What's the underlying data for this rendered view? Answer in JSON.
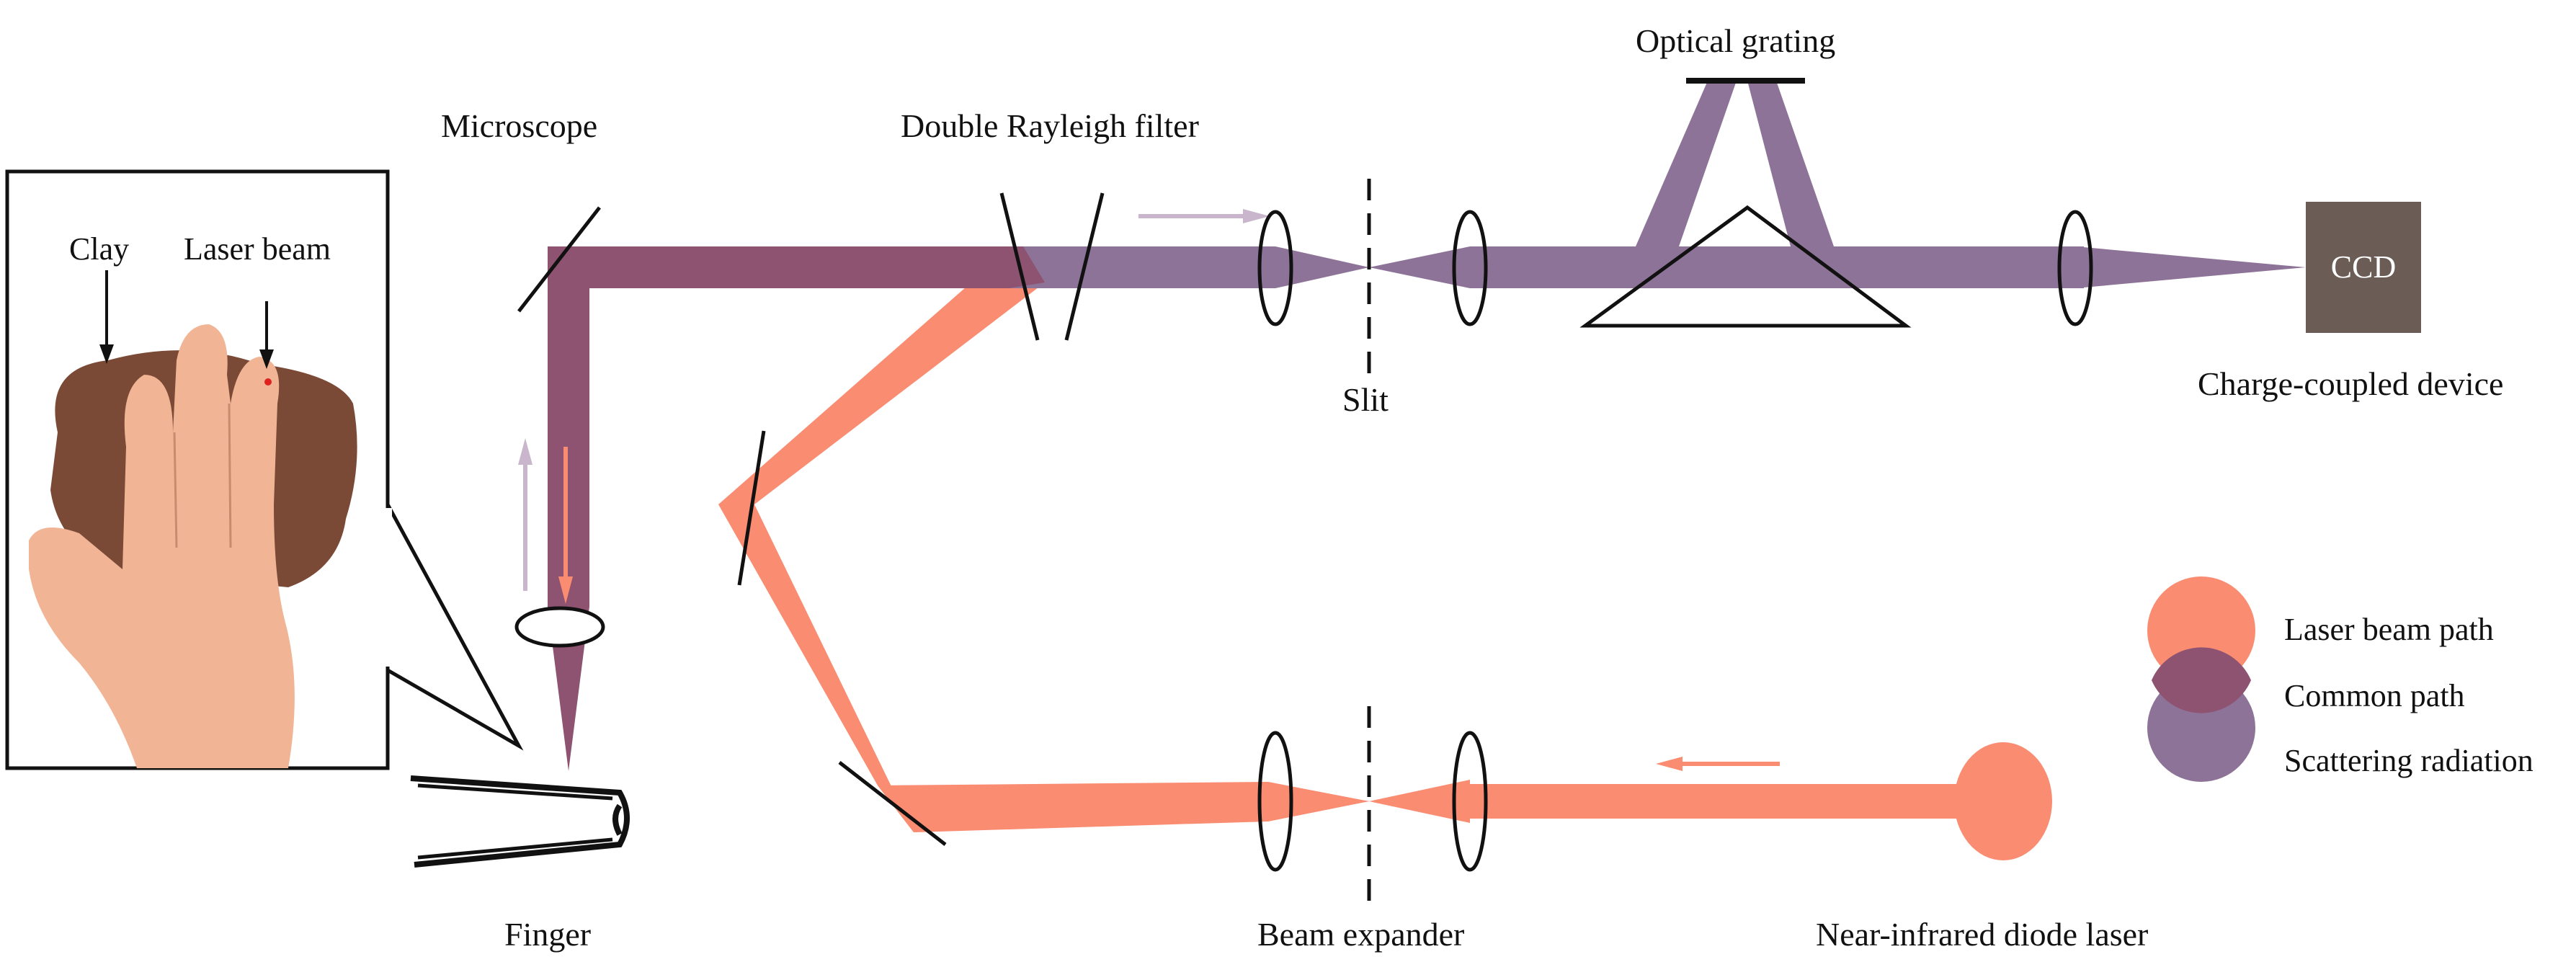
{
  "labels": {
    "microscope": "Microscope",
    "double_rayleigh_filter": "Double Rayleigh filter",
    "optical_grating": "Optical grating",
    "slit": "Slit",
    "ccd": "CCD",
    "charge_coupled_device": "Charge-coupled device",
    "finger": "Finger",
    "beam_expander": "Beam expander",
    "near_infrared_diode_laser": "Near-infrared diode laser"
  },
  "inset": {
    "clay": "Clay",
    "laser_beam": "Laser beam"
  },
  "legend": {
    "laser_beam_path": "Laser beam path",
    "common_path": "Common path",
    "scattering_radiation": "Scattering radiation"
  },
  "colors": {
    "laser": "#fa8c72",
    "scatter": "#8d7397",
    "common": "#8e5370",
    "ccd_box": "#6b5c56"
  }
}
